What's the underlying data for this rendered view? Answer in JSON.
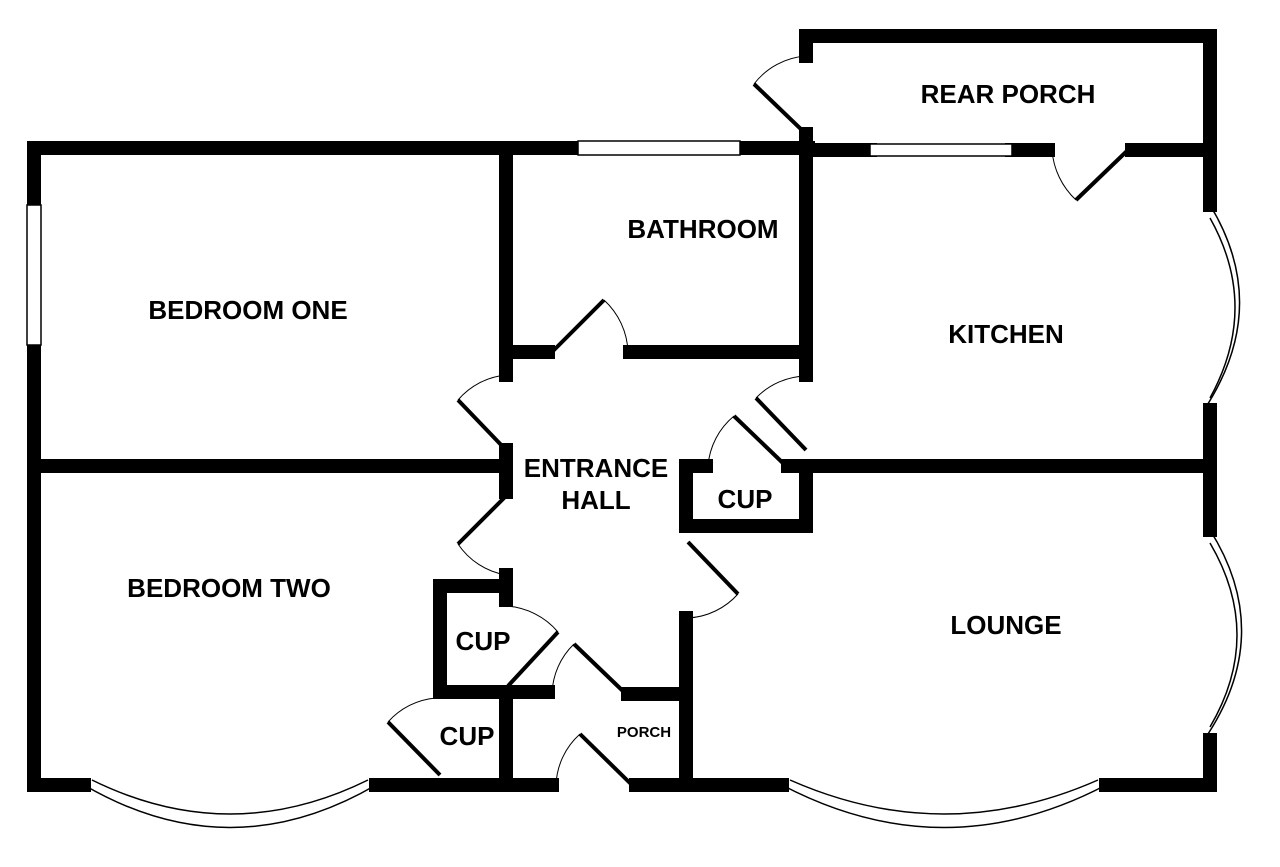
{
  "rooms": {
    "rear_porch": "REAR PORCH",
    "bathroom": "BATHROOM",
    "bedroom_one": "BEDROOM ONE",
    "kitchen": "KITCHEN",
    "entrance_hall_1": "ENTRANCE",
    "entrance_hall_2": "HALL",
    "cup_kitchen": "CUP",
    "bedroom_two": "BEDROOM TWO",
    "lounge": "LOUNGE",
    "cup_upper": "CUP",
    "cup_lower": "CUP",
    "porch": "PORCH"
  }
}
